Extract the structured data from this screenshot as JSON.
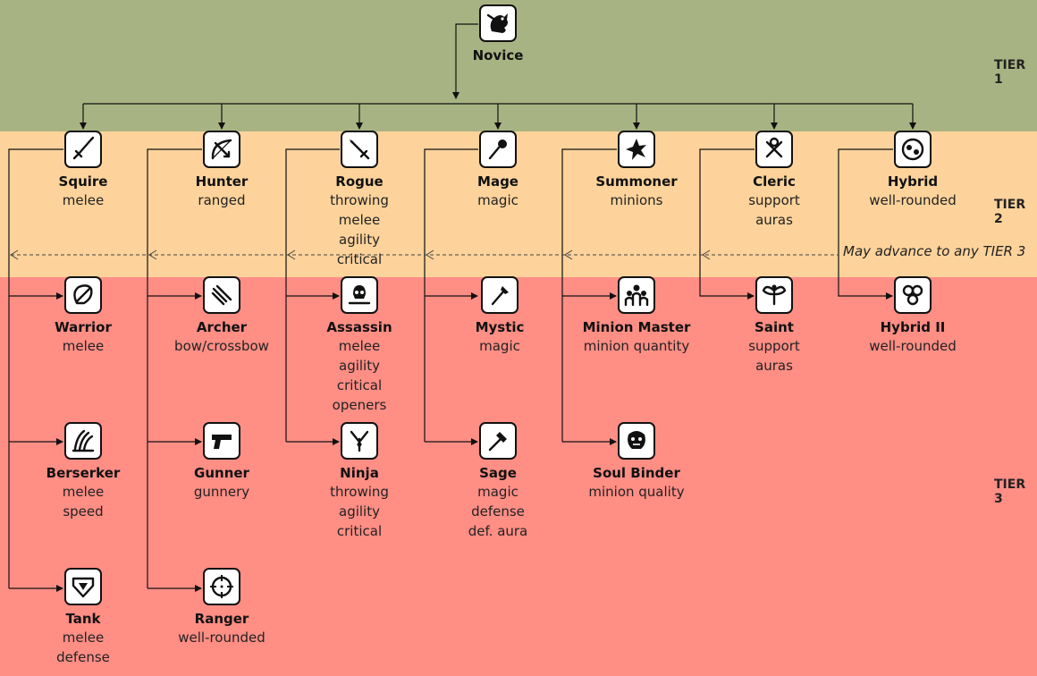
{
  "tiers": {
    "t1": "TIER 1",
    "t2": "TIER 2",
    "t3": "TIER 3"
  },
  "colors": {
    "tier1": "#a8b383",
    "tier2": "#fdd39b",
    "tier3": "#ff8e85"
  },
  "note": "May advance to any TIER 3",
  "nodes": {
    "novice": {
      "name": "Novice",
      "icon": "dragon-icon",
      "traits": []
    },
    "squire": {
      "name": "Squire",
      "icon": "sword-icon",
      "traits": [
        "melee"
      ]
    },
    "hunter": {
      "name": "Hunter",
      "icon": "bow-icon",
      "traits": [
        "ranged"
      ]
    },
    "rogue": {
      "name": "Rogue",
      "icon": "dagger-icon",
      "traits": [
        "throwing",
        "melee",
        "agility",
        "critical"
      ]
    },
    "mage": {
      "name": "Mage",
      "icon": "wand-icon",
      "traits": [
        "magic"
      ]
    },
    "summoner": {
      "name": "Summoner",
      "icon": "spark-icon",
      "traits": [
        "minions"
      ]
    },
    "cleric": {
      "name": "Cleric",
      "icon": "ankh-icon",
      "traits": [
        "support",
        "auras"
      ]
    },
    "hybrid": {
      "name": "Hybrid",
      "icon": "orbs-icon",
      "traits": [
        "well-rounded"
      ]
    },
    "warrior": {
      "name": "Warrior",
      "icon": "shield-icon",
      "traits": [
        "melee"
      ]
    },
    "archer": {
      "name": "Archer",
      "icon": "arrows-icon",
      "traits": [
        "bow/crossbow"
      ]
    },
    "assassin": {
      "name": "Assassin",
      "icon": "skull-icon",
      "traits": [
        "melee",
        "agility",
        "critical",
        "openers"
      ]
    },
    "mystic": {
      "name": "Mystic",
      "icon": "staff-icon",
      "traits": [
        "magic"
      ]
    },
    "minionmaster": {
      "name": "Minion Master",
      "icon": "group-icon",
      "traits": [
        "minion quantity"
      ]
    },
    "saint": {
      "name": "Saint",
      "icon": "wings-icon",
      "traits": [
        "support",
        "auras"
      ]
    },
    "hybrid2": {
      "name": "Hybrid II",
      "icon": "triple-orbs-icon",
      "traits": [
        "well-rounded"
      ]
    },
    "berserker": {
      "name": "Berserker",
      "icon": "claws-icon",
      "traits": [
        "melee",
        "speed"
      ]
    },
    "gunner": {
      "name": "Gunner",
      "icon": "pistol-icon",
      "traits": [
        "gunnery"
      ]
    },
    "ninja": {
      "name": "Ninja",
      "icon": "kunai-icon",
      "traits": [
        "throwing",
        "agility",
        "critical"
      ]
    },
    "sage": {
      "name": "Sage",
      "icon": "scepter-icon",
      "traits": [
        "magic",
        "defense",
        "def. aura"
      ]
    },
    "soulbinder": {
      "name": "Soul Binder",
      "icon": "demon-icon",
      "traits": [
        "minion quality"
      ]
    },
    "tank": {
      "name": "Tank",
      "icon": "armor-icon",
      "traits": [
        "melee",
        "defense"
      ]
    },
    "ranger": {
      "name": "Ranger",
      "icon": "crosshair-icon",
      "traits": [
        "well-rounded"
      ]
    }
  }
}
